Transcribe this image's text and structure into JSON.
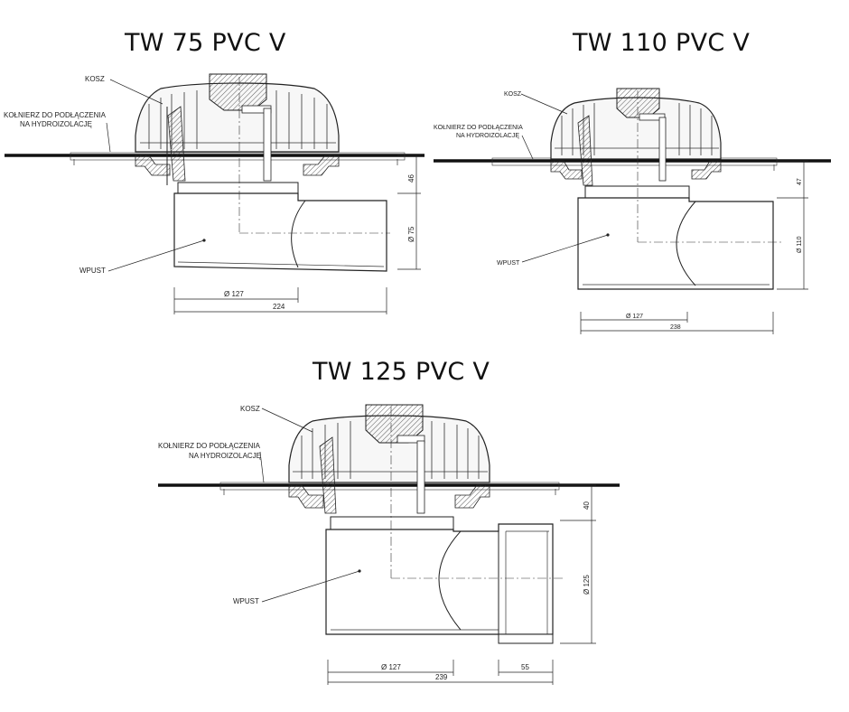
{
  "drawings": [
    {
      "title": "TW 75 PVC V",
      "labels": {
        "basket": "KOSZ",
        "flange_line1": "KOŁNIERZ DO PODŁĄCZENIA",
        "flange_line2": "NA HYDROIZOLACJĘ",
        "outlet": "WPUST"
      },
      "dims": {
        "inner_dia": "Ø 127",
        "total_width": "224",
        "height": "46",
        "pipe_dia": "Ø 75"
      }
    },
    {
      "title": "TW 110 PVC V",
      "labels": {
        "basket": "KOSZ",
        "flange_line1": "KOŁNIERZ DO PODŁĄCZENIA",
        "flange_line2": "NA HYDROIZOLACJĘ",
        "outlet": "WPUST"
      },
      "dims": {
        "inner_dia": "Ø 127",
        "total_width": "238",
        "height": "47",
        "pipe_dia": "Ø 110"
      }
    },
    {
      "title": "TW 125 PVC V",
      "labels": {
        "basket": "KOSZ",
        "flange_line1": "KOŁNIERZ DO PODŁĄCZENIA",
        "flange_line2": "NA HYDROIZOLACJĘ",
        "outlet": "WPUST"
      },
      "dims": {
        "inner_dia": "Ø 127",
        "total_width": "239",
        "socket": "55",
        "height": "40",
        "pipe_dia": "Ø 125"
      }
    }
  ]
}
